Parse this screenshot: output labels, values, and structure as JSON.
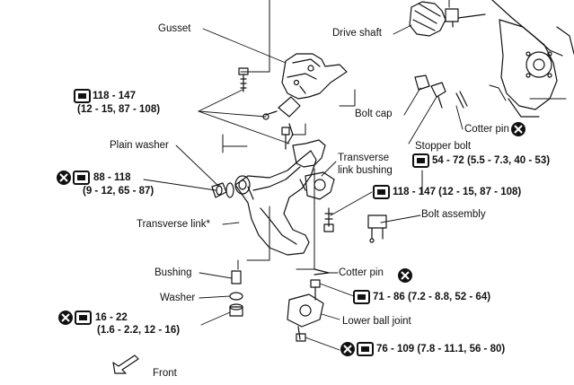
{
  "labels": {
    "gusset": "Gusset",
    "drive_shaft": "Drive shaft",
    "plain_washer": "Plain washer",
    "bolt_cap": "Bolt cap",
    "cotter_pin_top": "Cotter pin",
    "stopper_bolt": "Stopper bolt",
    "transverse_link_bushing_1": "Transverse",
    "transverse_link_bushing_2": "link bushing",
    "transverse_link": "Transverse link*",
    "bolt_assembly": "Bolt assembly",
    "bushing": "Bushing",
    "washer": "Washer",
    "cotter_pin_bottom": "Cotter pin",
    "lower_ball_joint": "Lower ball joint",
    "front": "Front"
  },
  "torques": {
    "t1_line1": "118 - 147",
    "t1_line2": "(12 - 15, 87 - 108)",
    "t2_line1": "88 - 118",
    "t2_line2": "(9 - 12, 65 - 87)",
    "t3": "54 - 72 (5.5 - 7.3, 40 - 53)",
    "t4": "118 - 147 (12 - 15, 87 - 108)",
    "t5": "71 - 86 (7.2 - 8.8, 52 - 64)",
    "t6_line1": "16 - 22",
    "t6_line2": "(1.6 - 2.2, 12 - 16)",
    "t7": "76 - 109 (7.8 - 11.1, 56 - 80)"
  }
}
